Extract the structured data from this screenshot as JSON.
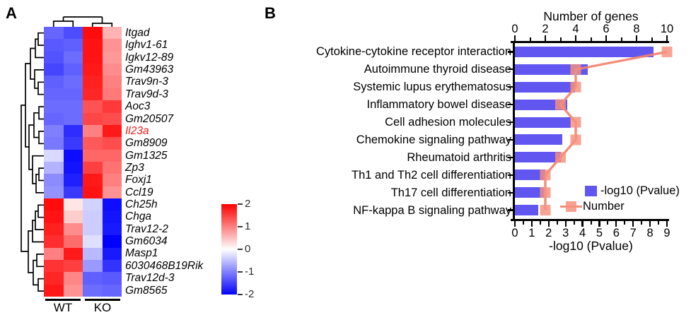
{
  "panels": {
    "a_label": "A",
    "b_label": "B"
  },
  "colors": {
    "bar": "#6157f0",
    "line": "#f2826d",
    "marker": "#f6907c",
    "heat_max": "#ff0000",
    "heat_mid": "#ffffff",
    "heat_min": "#0000ff",
    "highlight_gene": "#f31d1d",
    "axis": "#000000"
  },
  "chart_data": [
    {
      "type": "heatmap",
      "panel": "A",
      "columns": [
        "WT",
        "WT",
        "KO",
        "KO"
      ],
      "column_groups": [
        "WT",
        "KO"
      ],
      "rows": [
        "Itgad",
        "Ighv1-61",
        "Igkv12-89",
        "Gm43963",
        "Trav9n-3",
        "Trav9d-3",
        "Aoc3",
        "Gm20507",
        "Il23a",
        "Gm8909",
        "Gm1325",
        "Zp3",
        "Foxj1",
        "Ccl19",
        "Ch25h",
        "Chga",
        "Trav12-2",
        "Gm6034",
        "Masp1",
        "6030468B19Rik",
        "Trav12d-3",
        "Gm8565"
      ],
      "highlighted_row": "Il23a",
      "values": [
        [
          -1.2,
          -1.4,
          1.9,
          0.6
        ],
        [
          -1.3,
          -1.25,
          1.85,
          0.85
        ],
        [
          -1.35,
          -1.15,
          1.85,
          0.8
        ],
        [
          -1.45,
          -1.25,
          1.8,
          0.9
        ],
        [
          -1.25,
          -1.15,
          1.75,
          1.0
        ],
        [
          -1.2,
          -1.2,
          1.7,
          1.05
        ],
        [
          -1.15,
          -1.15,
          1.35,
          1.55
        ],
        [
          -1.2,
          -1.15,
          1.45,
          1.4
        ],
        [
          -1.0,
          -1.65,
          1.0,
          1.8
        ],
        [
          -1.05,
          -1.55,
          1.3,
          1.4
        ],
        [
          -0.3,
          -1.9,
          1.2,
          1.2
        ],
        [
          -0.6,
          -1.85,
          1.5,
          1.1
        ],
        [
          -0.9,
          -1.75,
          1.8,
          1.0
        ],
        [
          -0.85,
          -1.55,
          1.85,
          0.85
        ],
        [
          1.9,
          0.2,
          -0.35,
          -1.9
        ],
        [
          1.85,
          0.4,
          -0.4,
          -1.85
        ],
        [
          1.75,
          0.9,
          -0.4,
          -1.8
        ],
        [
          1.65,
          1.15,
          -0.25,
          -2.0
        ],
        [
          1.0,
          1.8,
          -0.55,
          -1.8
        ],
        [
          1.6,
          1.5,
          -0.8,
          -1.6
        ],
        [
          1.7,
          0.95,
          -1.25,
          -1.3
        ],
        [
          1.8,
          0.85,
          -1.15,
          -1.2
        ]
      ],
      "value_range": [
        -2,
        2
      ],
      "colorbar_ticks": [
        "2",
        "1",
        "0",
        "-1",
        "-2"
      ],
      "clustered": true
    },
    {
      "type": "bar",
      "panel": "B",
      "orientation": "horizontal",
      "categories": [
        "Cytokine-cytokine receptor interaction",
        "Autoimmune thyroid disease",
        "Systemic lupus erythematosus",
        "Inflammatory bowel disease",
        "Cell adhesion molecules",
        "Chemokine signaling pathway",
        "Rheumatoid arthritis",
        "Th1 and Th2 cell differentiation",
        "Th17 cell differentiation",
        "NF-kappa B signaling pathway"
      ],
      "series": [
        {
          "name": "-log10 (Pvalue)",
          "style": "bar",
          "axis": "bottom",
          "values": [
            8.2,
            4.3,
            3.55,
            3.1,
            3.3,
            2.8,
            2.7,
            1.8,
            1.7,
            1.4
          ]
        },
        {
          "name": "Number",
          "style": "line-square-marker",
          "axis": "top",
          "values": [
            10,
            4,
            4,
            3,
            4,
            4,
            3,
            2,
            2,
            2
          ]
        }
      ],
      "top_axis": {
        "label": "Number of genes",
        "range": [
          0,
          10
        ],
        "major_ticks": [
          0,
          2,
          4,
          6,
          8,
          10
        ],
        "minor_ticks": [
          1,
          3,
          5,
          7,
          9
        ]
      },
      "bottom_axis": {
        "label": "-log10 (Pvalue)",
        "range": [
          0,
          9
        ],
        "major_ticks": [
          0,
          1,
          2,
          3,
          4,
          5,
          6,
          7,
          8,
          9
        ],
        "minor_ticks": [
          0.5,
          1.5,
          2.5,
          3.5,
          4.5,
          5.5,
          6.5,
          7.5,
          8.5
        ]
      },
      "legend": [
        {
          "label": "-log10 (Pvalue)",
          "swatch": "square"
        },
        {
          "label": "Number",
          "swatch": "line-marker"
        }
      ],
      "grid": false,
      "legend_position": "inside-bottom-right"
    }
  ]
}
